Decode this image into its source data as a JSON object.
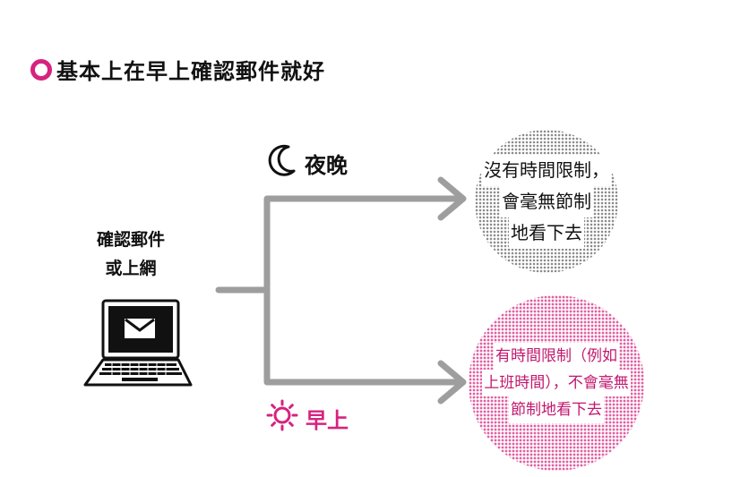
{
  "heading": {
    "text": "基本上在早上確認郵件就好",
    "accent": "#d6237f"
  },
  "source": {
    "lines": [
      "確認郵件",
      "或上網"
    ],
    "icon": "laptop-mail-icon"
  },
  "branches": {
    "night": {
      "label": "夜晚",
      "icon": "moon-icon",
      "outcome": [
        "沒有時間限制，",
        "會毫無節制",
        "地看下去"
      ]
    },
    "morning": {
      "label": "早上",
      "icon": "sun-icon",
      "color": "#d6237f",
      "outcome": [
        "有時間限制（例如",
        "上班時間），不會毫無",
        "節制地看下去"
      ]
    }
  },
  "colors": {
    "arrow": "#9e9e9e",
    "text": "#111111"
  }
}
